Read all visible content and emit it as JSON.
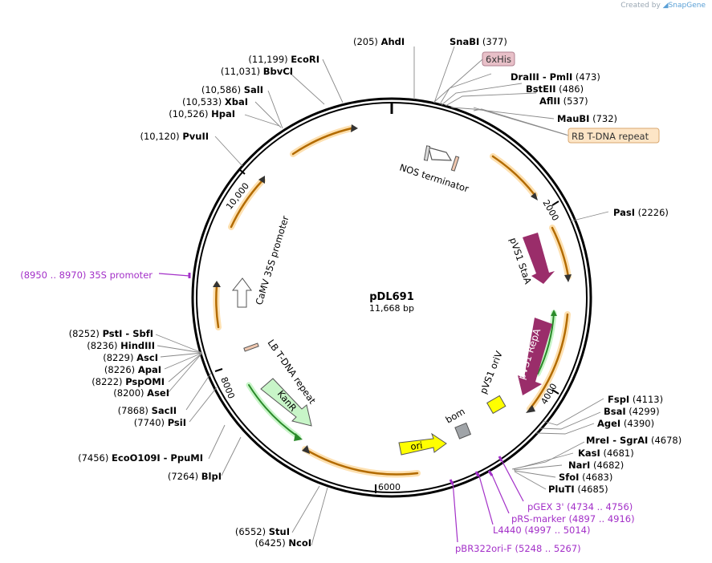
{
  "credit": {
    "prefix": "Created by",
    "brand": "SnapGene"
  },
  "plasmid": {
    "name": "pDL691",
    "length_label": "11,668 bp",
    "length": 11668
  },
  "colors": {
    "accent_purple": "#a330c8",
    "orange": "#f0b048",
    "feature_purple": "#9a2d6a",
    "orange_box_fill": "#fde5c6",
    "his_box_fill": "#e8c0c8",
    "ori_yellow": "#ffff00",
    "kanr_green": "#c8f5c8"
  },
  "ticks": [
    "2000",
    "4000",
    "6000",
    "8000",
    "10,000"
  ],
  "enzymes": [
    {
      "pos": "(205)",
      "name": "AhdI"
    },
    {
      "pos": "(377)",
      "name": "SnaBI"
    },
    {
      "pos": "(473)",
      "name": "DraIII  -  PmlI"
    },
    {
      "pos": "(486)",
      "name": "BstEII"
    },
    {
      "pos": "(537)",
      "name": "AflII"
    },
    {
      "pos": "(732)",
      "name": "MauBI"
    },
    {
      "pos": "(2226)",
      "name": "PasI"
    },
    {
      "pos": "(4113)",
      "name": "FspI"
    },
    {
      "pos": "(4299)",
      "name": "BsaI"
    },
    {
      "pos": "(4390)",
      "name": "AgeI"
    },
    {
      "pos": "(4678)",
      "name": "MreI  -  SgrAI"
    },
    {
      "pos": "(4681)",
      "name": "KasI"
    },
    {
      "pos": "(4682)",
      "name": "NarI"
    },
    {
      "pos": "(4683)",
      "name": "SfoI"
    },
    {
      "pos": "(4685)",
      "name": "PluTI"
    },
    {
      "pos": "(6425)",
      "name": "NcoI"
    },
    {
      "pos": "(6552)",
      "name": "StuI"
    },
    {
      "pos": "(7264)",
      "name": "BlpI"
    },
    {
      "pos": "(7456)",
      "name": "EcoO109I  -  PpuMI"
    },
    {
      "pos": "(7740)",
      "name": "PsiI"
    },
    {
      "pos": "(7868)",
      "name": "SacII"
    },
    {
      "pos": "(8200)",
      "name": "AseI"
    },
    {
      "pos": "(8222)",
      "name": "PspOMI"
    },
    {
      "pos": "(8226)",
      "name": "ApaI"
    },
    {
      "pos": "(8229)",
      "name": "AscI"
    },
    {
      "pos": "(8236)",
      "name": "HindIII"
    },
    {
      "pos": "(8252)",
      "name": "PstI  -  SbfI"
    },
    {
      "pos": "(10,120)",
      "name": "PvuII"
    },
    {
      "pos": "(10,526)",
      "name": "HpaI"
    },
    {
      "pos": "(10,533)",
      "name": "XbaI"
    },
    {
      "pos": "(10,586)",
      "name": "SalI"
    },
    {
      "pos": "(11,031)",
      "name": "BbvCI"
    },
    {
      "pos": "(11,199)",
      "name": "EcoRI"
    }
  ],
  "boxed_labels": {
    "his": "6xHis",
    "rb": "RB T-DNA repeat"
  },
  "primers": [
    {
      "name": "pGEX 3'",
      "range": "(4734 .. 4756)"
    },
    {
      "name": "pRS-marker",
      "range": "(4897 .. 4916)"
    },
    {
      "name": "L4440",
      "range": "(4997 .. 5014)"
    },
    {
      "name": "pBR322ori-F",
      "range": "(5248 .. 5267)"
    },
    {
      "name": "35S promoter",
      "range": "(8950 .. 8970)"
    }
  ],
  "features": {
    "nos": "NOS terminator",
    "stab": "pVS1 StaA",
    "repa": "pVS1 RepA",
    "oriv": "pVS1 oriV",
    "bom": "bom",
    "ori": "ori",
    "kanr": "KanR",
    "lb": "LB T-DNA repeat",
    "camv": "CaMV 35S promoter"
  }
}
